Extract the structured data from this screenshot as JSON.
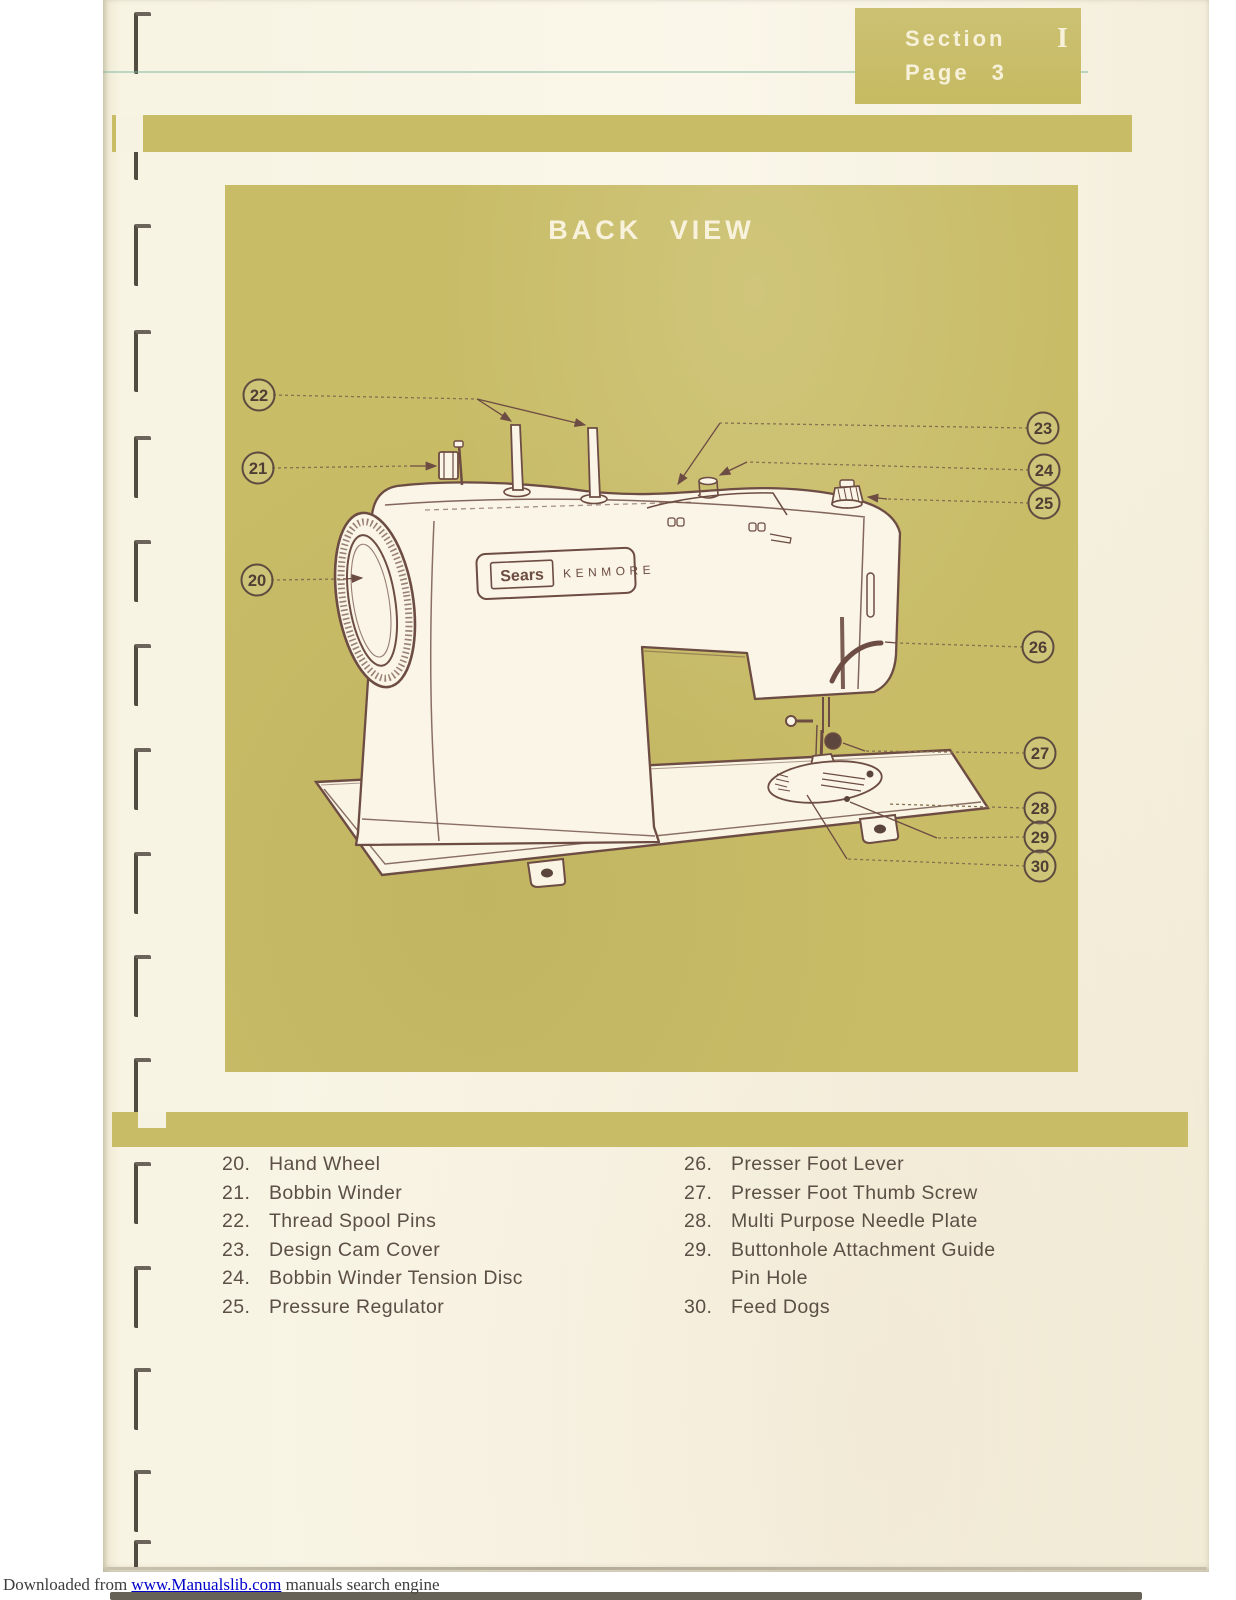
{
  "header": {
    "section_label": "Section",
    "section_numeral": "I",
    "page_label": "Page",
    "page_number": "3"
  },
  "diagram": {
    "title": "BACK VIEW",
    "brand_primary": "Sears",
    "brand_secondary": "KENMORE",
    "callouts": [
      "20",
      "21",
      "22",
      "23",
      "24",
      "25",
      "26",
      "27",
      "28",
      "29",
      "30"
    ]
  },
  "legend": {
    "left": [
      {
        "num": "20.",
        "text": "Hand Wheel"
      },
      {
        "num": "21.",
        "text": "Bobbin Winder"
      },
      {
        "num": "22.",
        "text": "Thread Spool Pins"
      },
      {
        "num": "23.",
        "text": "Design Cam Cover"
      },
      {
        "num": "24.",
        "text": "Bobbin Winder Tension Disc"
      },
      {
        "num": "25.",
        "text": "Pressure Regulator"
      }
    ],
    "right": [
      {
        "num": "26.",
        "text": "Presser Foot Lever"
      },
      {
        "num": "27.",
        "text": "Presser Foot Thumb Screw"
      },
      {
        "num": "28.",
        "text": "Multi Purpose Needle Plate"
      },
      {
        "num": "29.",
        "text": "Buttonhole Attachment Guide"
      },
      {
        "num": "",
        "text": "Pin Hole"
      },
      {
        "num": "30.",
        "text": "Feed Dogs"
      }
    ]
  },
  "footer": {
    "prefix": "Downloaded from ",
    "link_text": "www.Manualslib.com",
    "suffix": " manuals search engine"
  },
  "colors": {
    "olive": "#c8bc67",
    "paper": "#f8f4e3",
    "ink": "#6d4c43",
    "legend_text": "#5c4f46",
    "link": "#0000cb"
  }
}
